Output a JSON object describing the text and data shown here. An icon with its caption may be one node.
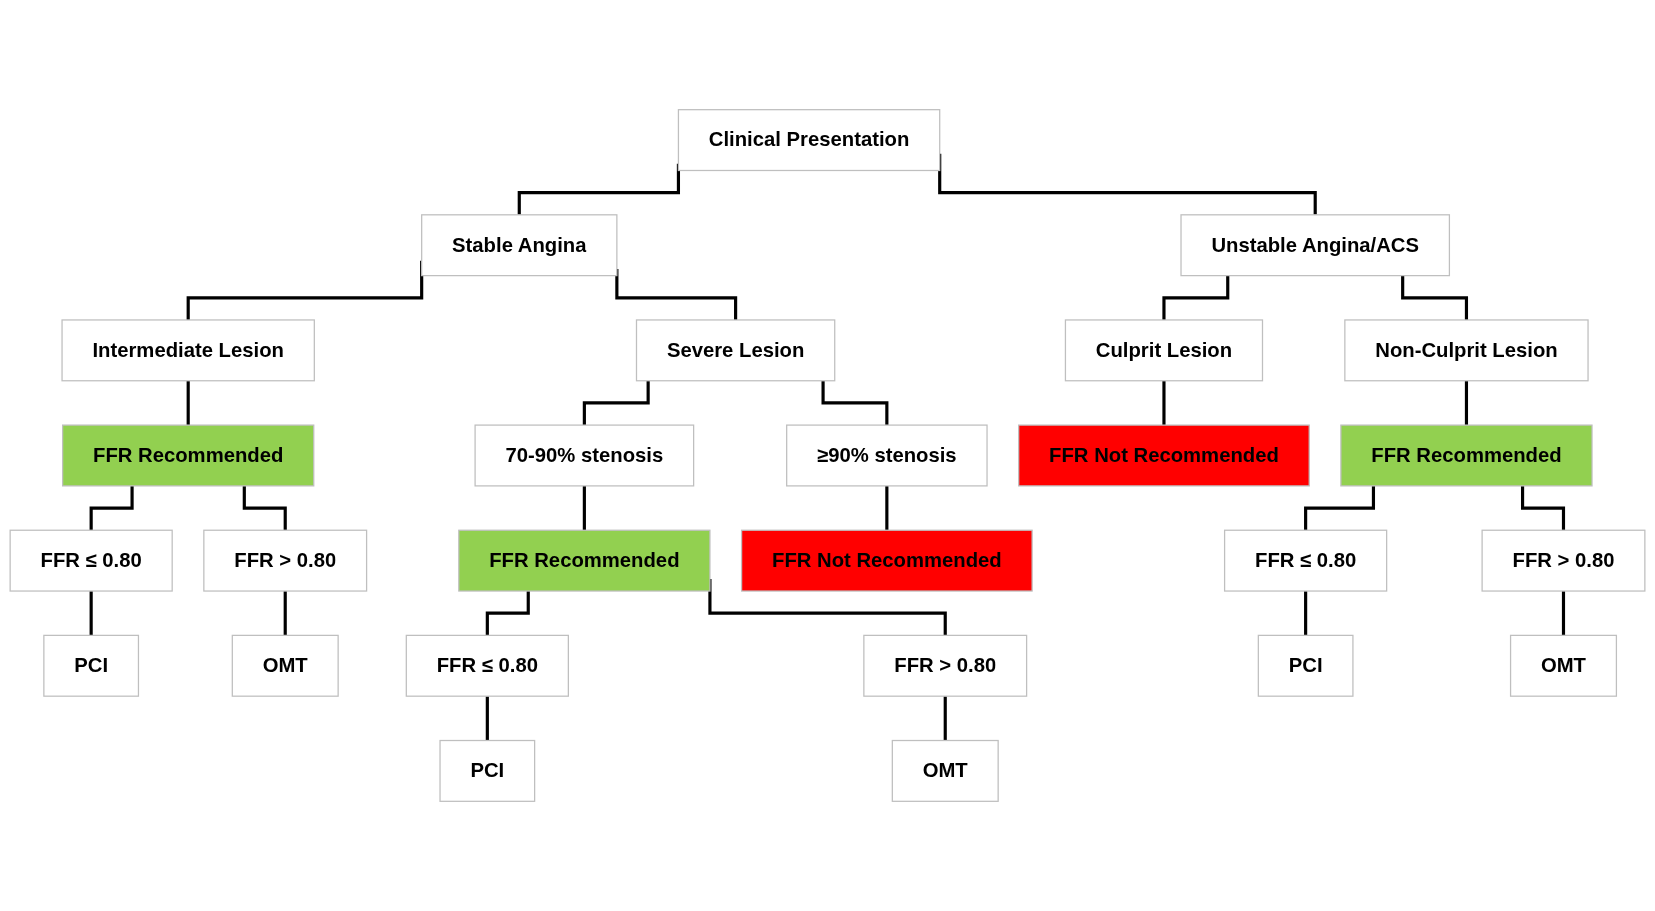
{
  "diagram": {
    "nodes": [
      {
        "text": [
          "Clinical Presentation"
        ]
      },
      {
        "text": [
          "Stable Angina"
        ]
      },
      {
        "text": [
          "Unstable Angina/ACS"
        ]
      },
      {
        "text": [
          "Intermediate Lesion"
        ]
      },
      {
        "text": [
          "Severe Lesion"
        ]
      },
      {
        "text": [
          "Culprit Lesion"
        ]
      },
      {
        "text": [
          "Non-Culprit Lesion"
        ]
      },
      {
        "text": [
          "FFR Recommended"
        ]
      },
      {
        "text": [
          "70-90% stenosis"
        ]
      },
      {
        "text": [
          "≥90% stenosis"
        ]
      },
      {
        "text": [
          "FFR Not Recommended"
        ]
      },
      {
        "text": [
          "FFR Recommended"
        ]
      },
      {
        "text": [
          "FFR ≤ 0.80"
        ]
      },
      {
        "text": [
          "FFR > 0.80"
        ]
      },
      {
        "text": [
          "FFR Recommended"
        ]
      },
      {
        "text": [
          "FFR Not Recommended"
        ]
      },
      {
        "text": [
          "FFR ≤ 0.80"
        ]
      },
      {
        "text": [
          "FFR > 0.80"
        ]
      },
      {
        "text": [
          "PCI"
        ]
      },
      {
        "text": [
          "OMT"
        ]
      },
      {
        "text": [
          "FFR ≤ 0.80"
        ]
      },
      {
        "text": [
          "FFR > 0.80"
        ]
      },
      {
        "text": [
          "PCI"
        ]
      },
      {
        "text": [
          "OMT"
        ]
      },
      {
        "text": [
          "PCI"
        ]
      },
      {
        "text": [
          "OMT"
        ]
      }
    ],
    "edges": [
      {
        "from": 0,
        "to": 1,
        "arrow": "none"
      },
      {
        "from": 0,
        "to": 2,
        "arrow": "none"
      },
      {
        "from": 1,
        "to": 3,
        "arrow": "none"
      },
      {
        "from": 1,
        "to": 4,
        "arrow": "none"
      },
      {
        "from": 2,
        "to": 5,
        "arrow": "none"
      },
      {
        "from": 2,
        "to": 6,
        "arrow": "none"
      },
      {
        "from": 3,
        "to": 7,
        "arrow": "none"
      },
      {
        "from": 4,
        "to": 8,
        "arrow": "none"
      },
      {
        "from": 4,
        "to": 9,
        "arrow": "none"
      },
      {
        "from": 5,
        "to": 10,
        "arrow": "none"
      },
      {
        "from": 6,
        "to": 11,
        "arrow": "none"
      },
      {
        "from": 7,
        "to": 12,
        "arrow": "none"
      },
      {
        "from": 7,
        "to": 13,
        "arrow": "none"
      },
      {
        "from": 8,
        "to": 14,
        "arrow": "none"
      },
      {
        "from": 9,
        "to": 15,
        "arrow": "none"
      },
      {
        "from": 11,
        "to": 16,
        "arrow": "none"
      },
      {
        "from": 11,
        "to": 17,
        "arrow": "none"
      },
      {
        "from": 12,
        "to": 18,
        "arrow": "none"
      },
      {
        "from": 13,
        "to": 19,
        "arrow": "none"
      },
      {
        "from": 14,
        "to": 20,
        "arrow": "none"
      },
      {
        "from": 14,
        "to": 21,
        "arrow": "none"
      },
      {
        "from": 16,
        "to": 22,
        "arrow": "none"
      },
      {
        "from": 17,
        "to": 23,
        "arrow": "none"
      },
      {
        "from": 20,
        "to": 24,
        "arrow": "none"
      },
      {
        "from": 21,
        "to": 25,
        "arrow": "none"
      }
    ]
  }
}
